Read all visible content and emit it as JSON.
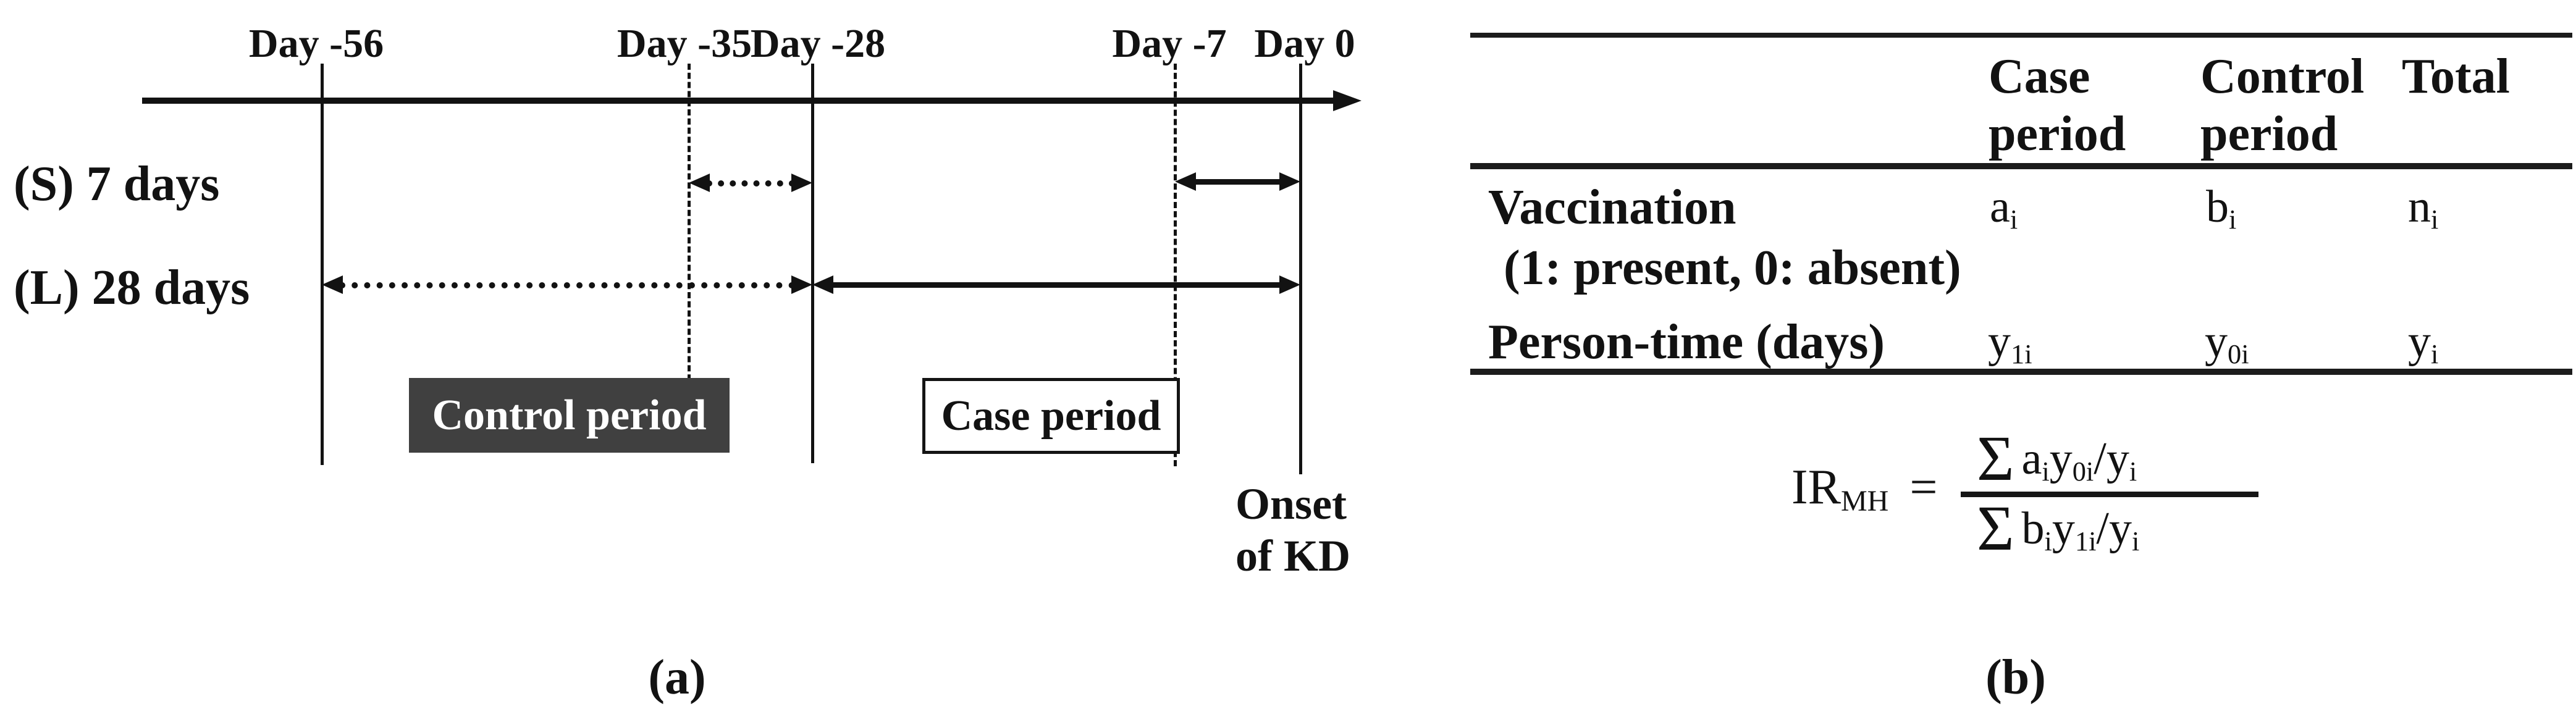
{
  "panel_a": {
    "day_labels": [
      "Day -56",
      "Day -35",
      "Day -28",
      "Day -7",
      "Day 0"
    ],
    "row_s_label": "(S) 7 days",
    "row_l_label": "(L) 28 days",
    "control_period_label": "Control period",
    "case_period_label": "Case period",
    "onset_line1": "Onset",
    "onset_line2": "of KD",
    "caption": "(a)"
  },
  "panel_b": {
    "header": {
      "col1_line1": "Case",
      "col1_line2": "period",
      "col2_line1": "Control",
      "col2_line2": "period",
      "col3": "Total"
    },
    "rows": [
      {
        "label_line1": "Vaccination",
        "label_line2": "(1: present, 0: absent)",
        "values": [
          {
            "base": "a",
            "sub": "i"
          },
          {
            "base": "b",
            "sub": "i"
          },
          {
            "base": "n",
            "sub": "i"
          }
        ]
      },
      {
        "label_line1": "Person-time (days)",
        "values": [
          {
            "base": "y",
            "sub": "1i"
          },
          {
            "base": "y",
            "sub": "0i"
          },
          {
            "base": "y",
            "sub": "i"
          }
        ]
      }
    ],
    "formula": {
      "lhs_base": "IR",
      "lhs_sub": "MH",
      "equals": "=",
      "numerator": {
        "sigma": "Σ",
        "p1": "a",
        "s1": "i",
        "p2": "y",
        "s2": "0i",
        "p3": "/y",
        "s3": "i"
      },
      "denominator": {
        "sigma": "Σ",
        "p1": "b",
        "s1": "i",
        "p2": "y",
        "s2": "1i",
        "p3": "/y",
        "s3": "i"
      }
    },
    "caption": "(b)"
  },
  "colors": {
    "ink": "#121212",
    "control_box_bg": "#404040",
    "control_box_text": "#ffffff"
  }
}
